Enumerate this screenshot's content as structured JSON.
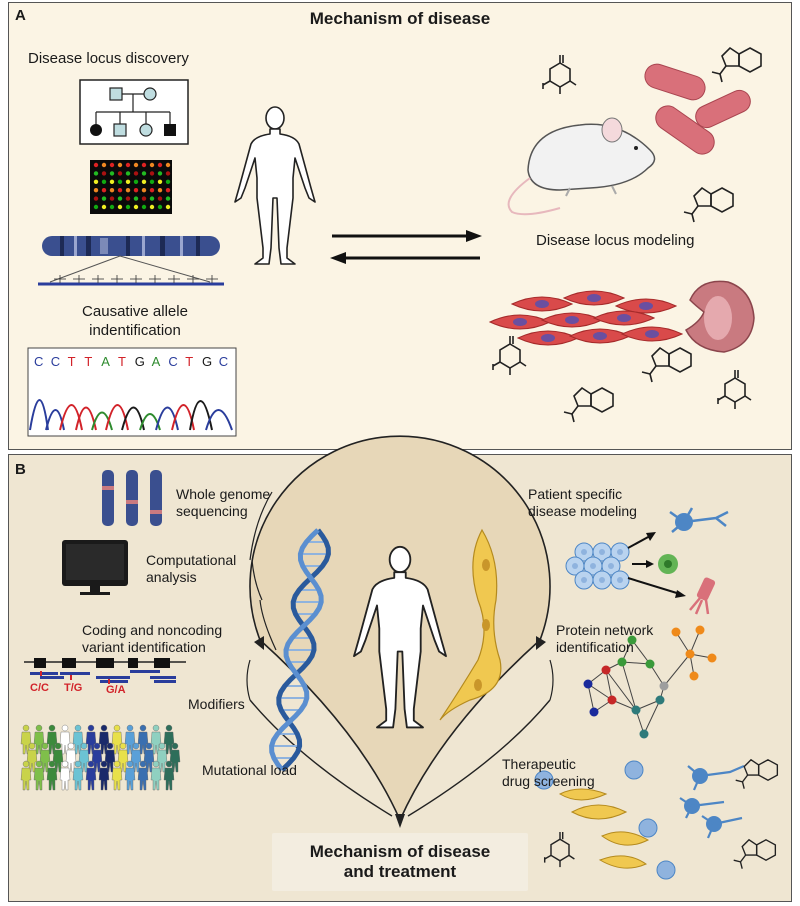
{
  "panel_a": {
    "label": "A",
    "title": "Mechanism of disease",
    "locus_discovery": "Disease locus discovery",
    "causative_line1": "Causative allele",
    "causative_line2": "indentification",
    "modeling": "Disease locus modeling",
    "sequence_bases": [
      "C",
      "C",
      "T",
      "T",
      "A",
      "T",
      "G",
      "A",
      "C",
      "T",
      "G",
      "C"
    ],
    "base_colors": {
      "A": "#2e8b2e",
      "C": "#2a3d9c",
      "G": "#1a1a1a",
      "T": "#d2232a"
    }
  },
  "panel_b": {
    "label": "B",
    "wgs_line1": "Whole genome",
    "wgs_line2": "sequencing",
    "computational_line1": "Computational",
    "computational_line2": "analysis",
    "coding_line1": "Coding and noncoding",
    "coding_line2": "variant identification",
    "variants": [
      "C/C",
      "T/G",
      "G/A"
    ],
    "modifiers": "Modifiers",
    "mutational_load": "Mutational load",
    "patient_line1": "Patient specific",
    "patient_line2": "disease modeling",
    "protein_line1": "Protein network",
    "protein_line2": "identification",
    "therapeutic_line1": "Therapeutic",
    "therapeutic_line2": "drug screening",
    "final_line1": "Mechanism of disease",
    "final_line2": "and treatment"
  },
  "colors": {
    "panel_a_bg": "#fbf4e4",
    "panel_b_bg": "#efe6d2",
    "chromosome": "#3a4f8f",
    "variant_red": "#d2232a",
    "bacteria": "#d9707a",
    "muscle_cells": "#d94a4a",
    "dna_blue": "#3a6db0",
    "cells_yellow": "#f0c850"
  }
}
